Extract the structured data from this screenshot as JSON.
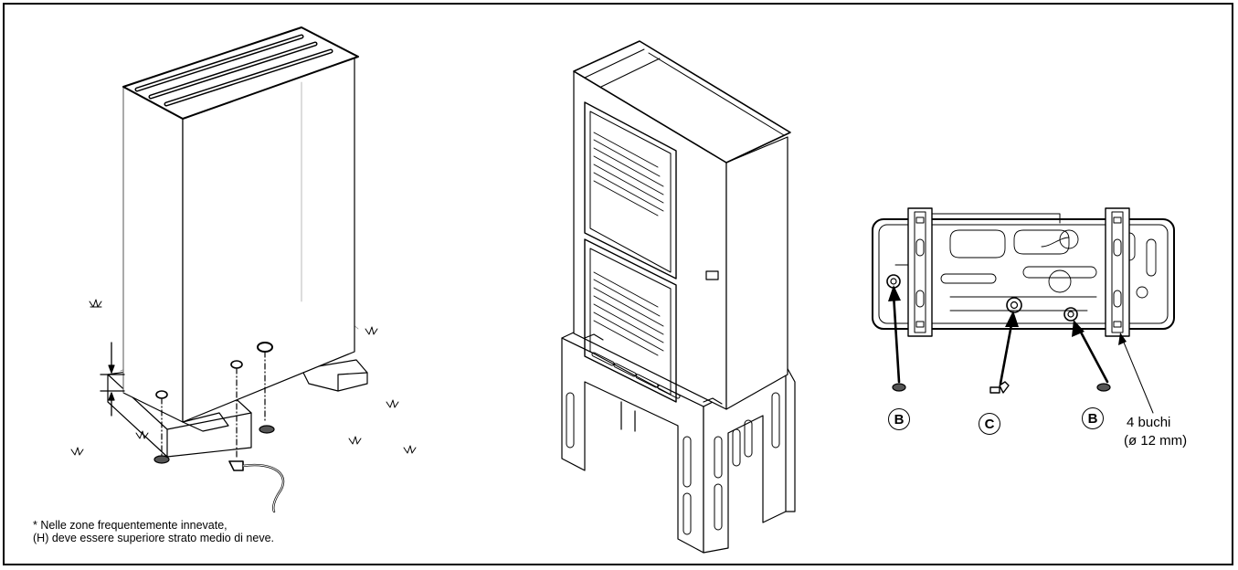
{
  "note": {
    "line1": "* Nelle zone frequentemente innevate,",
    "line2": "(H) deve essere superiore strato medio di neve."
  },
  "labels": {
    "b_left": "B",
    "c_center": "C",
    "b_right": "B",
    "holes_line1": "4 buchi",
    "holes_line2": "(ø 12 mm)"
  }
}
